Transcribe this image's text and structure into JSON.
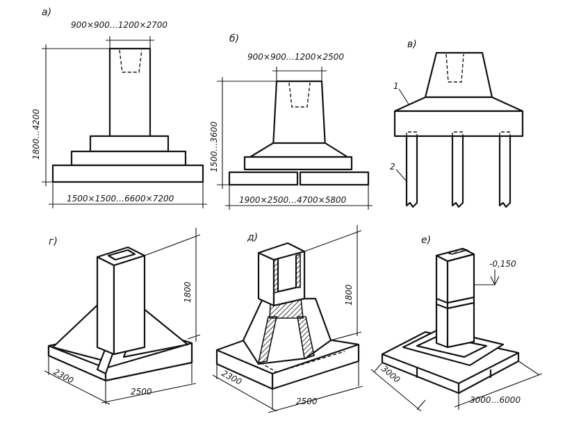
{
  "labels": {
    "a": "а)",
    "b": "б)",
    "v": "в)",
    "g": "г)",
    "d": "д)",
    "e": "е)"
  },
  "dimensions": {
    "a_top": "900×900…1200×2700",
    "a_height": "1800…4200",
    "a_base": "1500×1500…6600×7200",
    "b_top": "900×900…1200×2500",
    "b_height": "1500…3600",
    "b_base": "1900×2500…4700×5800",
    "g_height": "1800",
    "g_side": "2300",
    "g_front": "2500",
    "d_height": "1800",
    "d_side": "2300",
    "d_front": "2500",
    "e_level": "-0,150",
    "e_side": "3000",
    "e_front": "3000…6000"
  },
  "callouts": {
    "v_1": "1",
    "v_2": "2"
  }
}
